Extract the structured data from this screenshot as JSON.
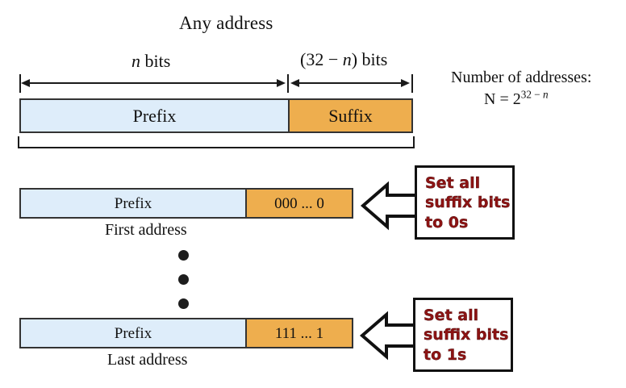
{
  "diagram": {
    "title": "Any address",
    "note": {
      "line1": "Number of addresses:",
      "line2_lead": "N = 2",
      "line2_exp": "32 − n"
    },
    "bit_labels": {
      "prefix_bits": "n bits",
      "suffix_bits": "(32 − n) bits"
    },
    "main_bar": {
      "prefix_label": "Prefix",
      "suffix_label": "Suffix"
    },
    "rows": [
      {
        "prefix_label": "Prefix",
        "suffix_label": "000 ... 0",
        "caption": "First address",
        "callout": "Set all\nsuffix bits\nto 0s"
      },
      {
        "prefix_label": "Prefix",
        "suffix_label": "111 ... 1",
        "caption": "Last address",
        "callout": "Set all\nsuffix bits\nto 1s"
      }
    ],
    "ellipsis_dots": 3,
    "colors": {
      "prefix_fill": "#deedfa",
      "suffix_fill": "#eeae4e",
      "stroke": "#333333",
      "callout_text": "#8d1313",
      "background": "#ffffff"
    }
  }
}
